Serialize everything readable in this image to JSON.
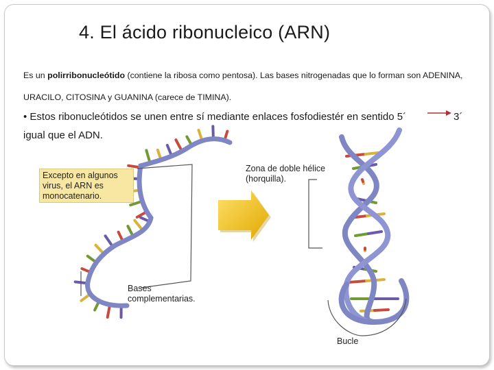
{
  "slide": {
    "title": "4. El ácido ribonucleico (ARN)",
    "p1_pre": "Es un ",
    "p1_bold": "polirribonucleótido",
    "p1_post": " (contiene la ribosa como pentosa). Las bases nitrogenadas que lo forman son ADENINA, URACILO, CITOSINA y GUANINA (carece de TIMINA).",
    "p2": "• Estos ribonucleótidos se unen entre sí mediante enlaces fosfodiestér en sentido 5´",
    "p2_end": "3´",
    "p3": "igual que el ADN."
  },
  "figure": {
    "callout_monocatenario": "Excepto en algunos virus, el ARN es monocatenario.",
    "label_hairpin": "Zona de doble hélice (horquilla).",
    "label_bases": "Bases complementarias.",
    "label_loop": "Bucle",
    "colors": {
      "backbone": "#7f86c4",
      "arrow": "#f2c21a",
      "callout_bg": "#f7e7a3",
      "base_red": "#c84a3a",
      "base_green": "#6f9a35",
      "base_yellow": "#d8b23a",
      "base_purple": "#6a5aa8"
    }
  }
}
